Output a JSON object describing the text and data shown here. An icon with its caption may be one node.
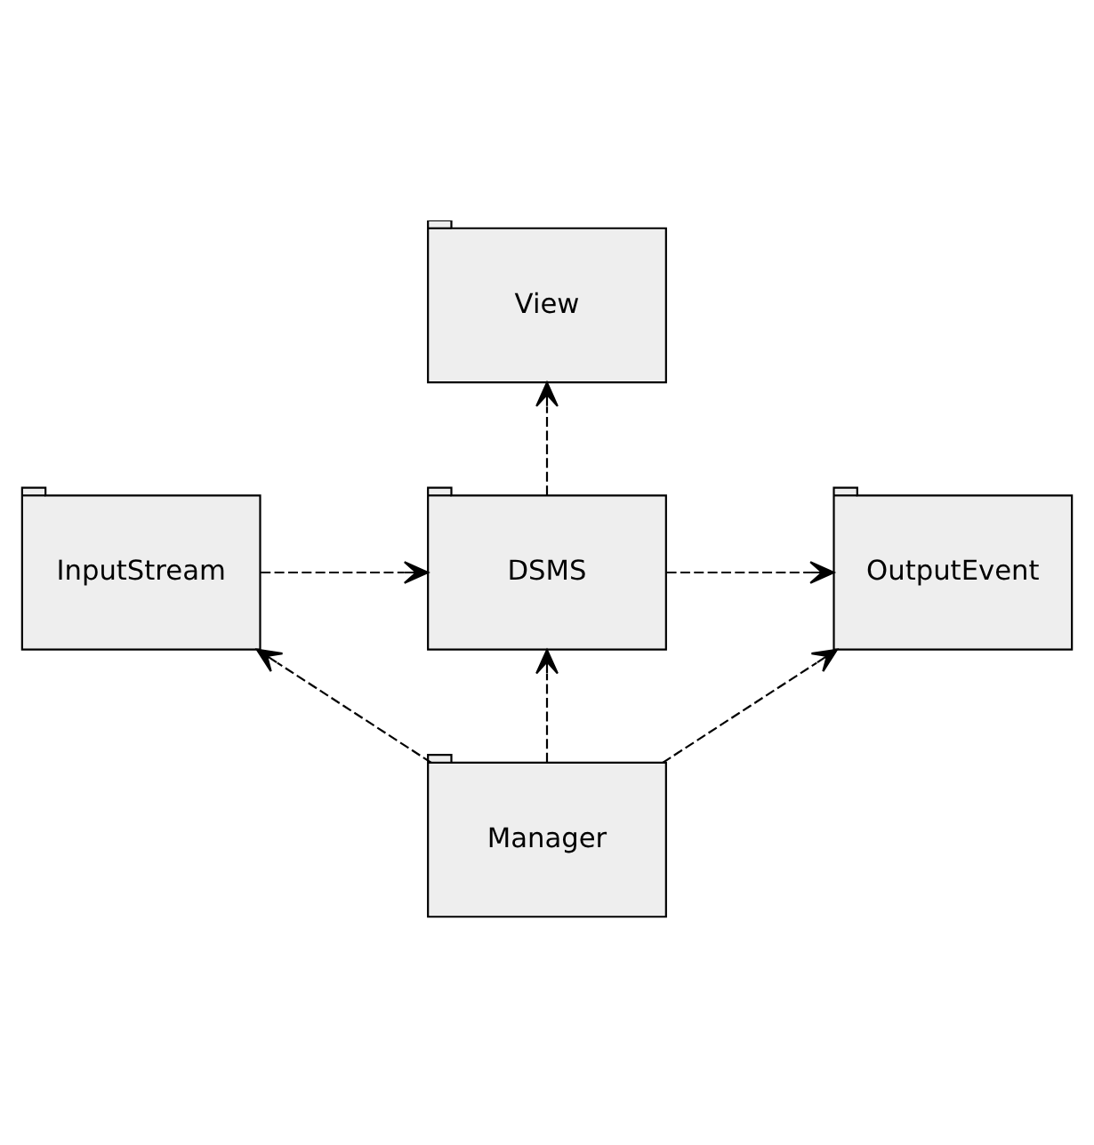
{
  "diagram": {
    "nodes": [
      {
        "text": [
          "View"
        ]
      },
      {
        "text": [
          "InputStream"
        ]
      },
      {
        "text": [
          "DSMS"
        ]
      },
      {
        "text": [
          "OutputEvent"
        ]
      },
      {
        "text": [
          "Manager"
        ]
      }
    ],
    "edges": [
      {
        "from": 1,
        "to": 2,
        "arrow": "to",
        "style": "dashed"
      },
      {
        "from": 2,
        "to": 0,
        "arrow": "to",
        "style": "dashed"
      },
      {
        "from": 2,
        "to": 3,
        "arrow": "to",
        "style": "dashed"
      },
      {
        "from": 4,
        "to": 1,
        "arrow": "to",
        "style": "dashed"
      },
      {
        "from": 4,
        "to": 2,
        "arrow": "to",
        "style": "dashed"
      },
      {
        "from": 4,
        "to": 3,
        "arrow": "to",
        "style": "dashed"
      }
    ]
  }
}
